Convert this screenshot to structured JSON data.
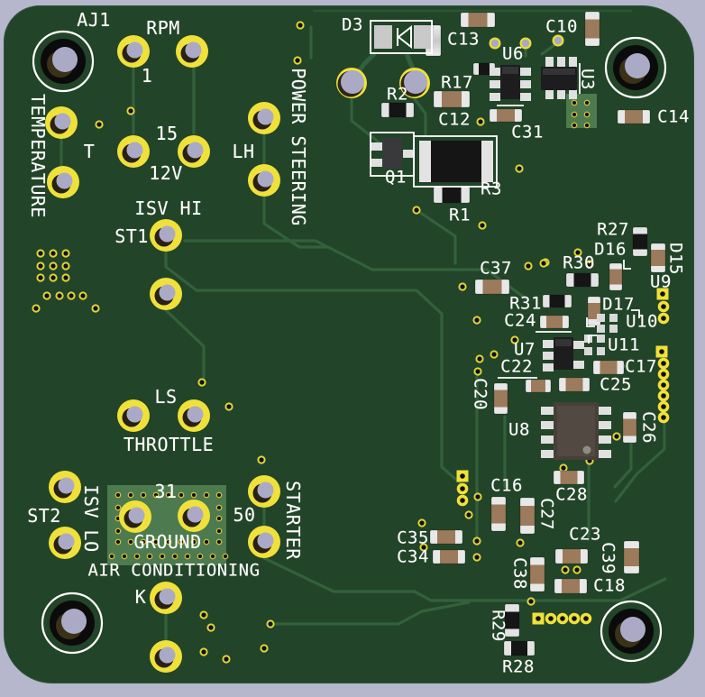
{
  "colors": {
    "background": "#b6b6cc",
    "board_mask_green": "#224428",
    "trace_green": "#32613c",
    "copper_zone_green": "#4d7a4e",
    "pad_yellow": "#f0e13a",
    "hole_fill_gray": "#abaac6",
    "silkscreen_white": "#ffffff",
    "ic_body_black": "#1d1d1f",
    "soic_body_gray": "#474039",
    "pin_silver": "#e0e0e0",
    "capacitor_tan": "#9c7b5c",
    "resistor_black": "#151515",
    "diode_pad_gray": "#c9c9c9"
  },
  "labels": {
    "aj1": "AJ1",
    "rpm": "RPM",
    "pin1": "1",
    "temperature": "TEMPERATURE",
    "t": "T",
    "v15": "15",
    "v12": "12V",
    "lh": "LH",
    "power_steering": "POWER STEERING",
    "isv_hi": "ISV HI",
    "st1": "ST1",
    "ls": "LS",
    "throttle": "THROTTLE",
    "st2": "ST2",
    "isv_lo": "ISV LO",
    "p31": "31",
    "ground": "GROUND",
    "p50": "50",
    "starter": "STARTER",
    "air_conditioning": "AIR CONDITIONING",
    "k": "K",
    "d3": "D3",
    "r2": "R2",
    "r17": "R17",
    "c12": "C12",
    "c31": "C31",
    "c13": "C13",
    "c10": "C10",
    "u6": "U6",
    "u3": "U3",
    "c14": "C14",
    "q1": "Q1",
    "r3": "R3",
    "r1": "R1",
    "c37": "C37",
    "r27": "R27",
    "d16": "D16",
    "d15": "D15",
    "r30": "R30",
    "r31": "R31",
    "c24": "C24",
    "d17": "D17",
    "u9": "U9",
    "u10": "U10",
    "u11": "U11",
    "u7": "U7",
    "c22": "C22",
    "c17": "C17",
    "c25": "C25",
    "c20": "C20",
    "c26": "C26",
    "u8": "U8",
    "c16": "C16",
    "c28": "C28",
    "c27": "C27",
    "c23": "C23",
    "c35": "C35",
    "c34": "C34",
    "c38": "C38",
    "c39": "C39",
    "c18": "C18",
    "r29": "R29",
    "r28": "R28"
  }
}
